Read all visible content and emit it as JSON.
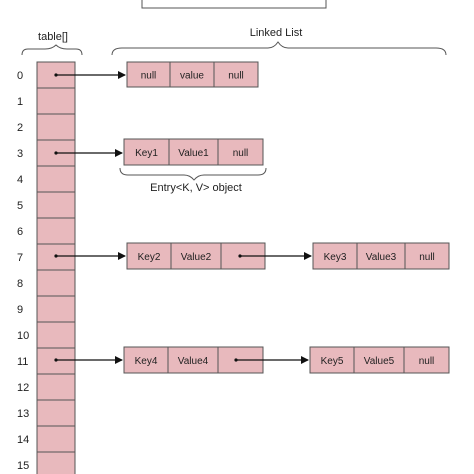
{
  "table_label": "table[]",
  "linked_list_label": "Linked List",
  "entry_label": "Entry<K, V> object",
  "indices": [
    "0",
    "1",
    "2",
    "3",
    "4",
    "5",
    "6",
    "7",
    "8",
    "9",
    "10",
    "11",
    "12",
    "13",
    "14",
    "15"
  ],
  "nodes": [
    {
      "key": "null",
      "value": "value",
      "next": "null"
    },
    {
      "key": "Key1",
      "value": "Value1",
      "next": "null"
    },
    {
      "key": "Key2",
      "value": "Value2",
      "next": ""
    },
    {
      "key": "Key3",
      "value": "Value3",
      "next": "null"
    },
    {
      "key": "Key4",
      "value": "Value4",
      "next": ""
    },
    {
      "key": "Key5",
      "value": "Value5",
      "next": "null"
    }
  ],
  "colors": {
    "cell_fill": "#e8b9bd",
    "stroke": "#555555",
    "arrow": "#111111"
  }
}
